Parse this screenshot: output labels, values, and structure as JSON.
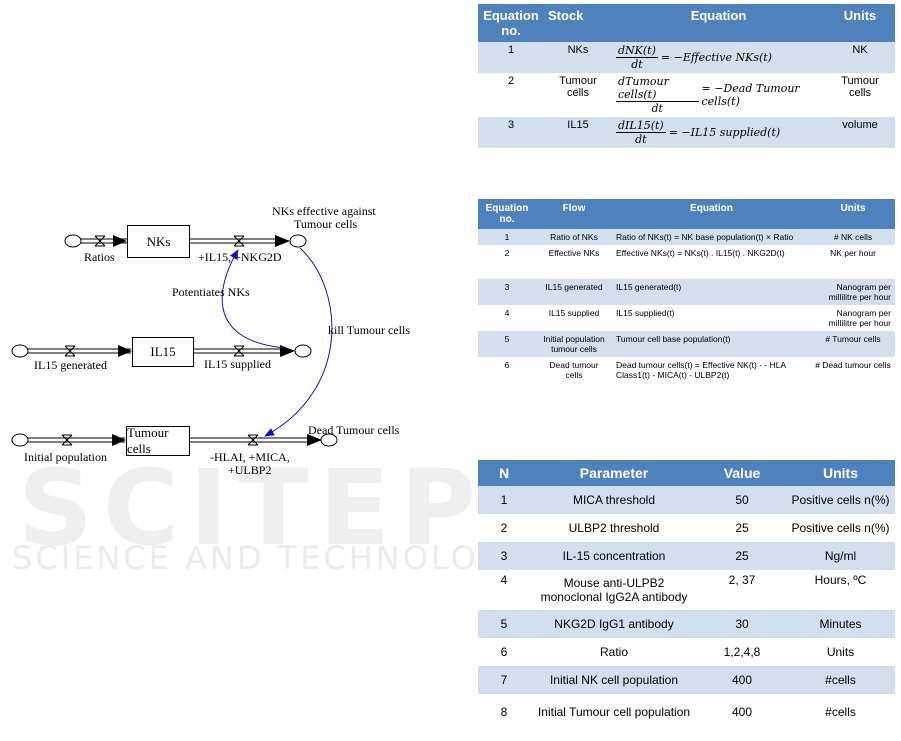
{
  "watermark": {
    "main": "SCITEPRESS",
    "sub": "SCIENCE AND TECHNOLOGY PUBLICATIONS"
  },
  "diagram": {
    "stocks": {
      "nks": "NKs",
      "il15": "IL15",
      "tumour": "Tumour cells"
    },
    "labels": {
      "ratios": "Ratios",
      "nk_flow": "+IL15, +NKG2D",
      "nks_effective_1": "NKs effective against",
      "nks_effective_2": "Tumour cells",
      "potentiates": "Potentiates NKs",
      "kill": "kill Tumour cells",
      "il15_generated": "IL15 generated",
      "il15_supplied": "IL15 supplied",
      "initial_population": "Initial population",
      "dead_tumour": "Dead Tumour cells",
      "tumour_flow_1": "-HLAI, +MICA,",
      "tumour_flow_2": "+ULBP2"
    }
  },
  "table1": {
    "headers": [
      "Equation no.",
      "Stock",
      "Equation",
      "Units"
    ],
    "rows": [
      {
        "no": "1",
        "stock": "NKs",
        "num": "dNK(t)",
        "den": "dt",
        "rhs": "= −Effective NKs(t)",
        "units": "NK"
      },
      {
        "no": "2",
        "stock": "Tumour cells",
        "num": "dTumour cells(t)",
        "den": "dt",
        "rhs": "= −Dead Tumour cells(t)",
        "units": "Tumour cells"
      },
      {
        "no": "3",
        "stock": "IL15",
        "num": "dIL15(t)",
        "den": "dt",
        "rhs": "= −IL15 supplied(t)",
        "units": "volume"
      }
    ]
  },
  "table2": {
    "headers": [
      "Equation no.",
      "Flow",
      "Equation",
      "Units"
    ],
    "rows": [
      {
        "no": "1",
        "flow": "Ratio of NKs",
        "eq": "Ratio of NKs(t) = NK base population(t) × Ratio",
        "units": "# NK cells"
      },
      {
        "no": "2",
        "flow": "Effective NKs",
        "eq": "Effective NKs(t) = NKs(t) . IL15(t) . NKG2D(t)",
        "units": "NK per hour"
      },
      {
        "no": "3",
        "flow": "IL15 generated",
        "eq": "IL15 generated(t)",
        "units": "Nanogram per millilitre per hour"
      },
      {
        "no": "4",
        "flow": "IL15 supplied",
        "eq": "IL15 supplied(t)",
        "units": "Nanogram per millilitre per hour"
      },
      {
        "no": "5",
        "flow": "Initial population tumour cells",
        "eq": "Tumour cell base population(t)",
        "units": "# Tumour cells"
      },
      {
        "no": "6",
        "flow": "Dead tumour cells",
        "eq": "Dead tumour cells(t) = Effective NK(t) - - HLA Class1(t) - MICA(t) - ULBP2(t)",
        "units": "# Dead tumour cells"
      }
    ]
  },
  "table3": {
    "headers": [
      "N",
      "Parameter",
      "Value",
      "Units"
    ],
    "rows": [
      {
        "n": "1",
        "param": "MICA threshold",
        "value": "50",
        "units": "Positive cells n(%)"
      },
      {
        "n": "2",
        "param": "ULBP2 threshold",
        "value": "25",
        "units": "Positive cells n(%)"
      },
      {
        "n": "3",
        "param": "IL-15 concentration",
        "value": "25",
        "units": "Ng/ml"
      },
      {
        "n": "4",
        "param": "Mouse anti-ULPB2 monoclonal IgG2A antibody",
        "value": "2, 37",
        "units": "Hours, ºC"
      },
      {
        "n": "5",
        "param": "NKG2D IgG1 antibody",
        "value": "30",
        "units": "Minutes"
      },
      {
        "n": "6",
        "param": "Ratio",
        "value": "1,2,4,8",
        "units": "Units"
      },
      {
        "n": "7",
        "param": "Initial NK cell population",
        "value": "400",
        "units": "#cells"
      },
      {
        "n": "8",
        "param": "Initial Tumour cell population",
        "value": "400",
        "units": "#cells"
      }
    ]
  }
}
